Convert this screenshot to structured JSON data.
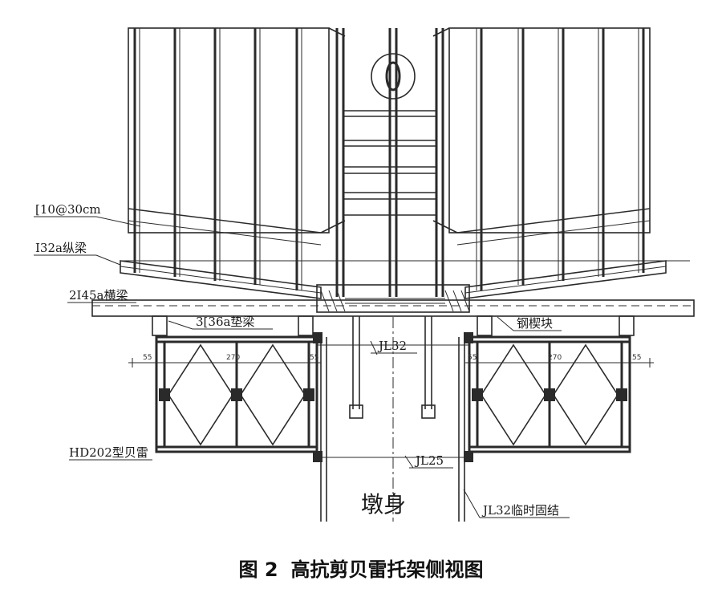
{
  "labels": {
    "channel": "[10@30cm",
    "longitudinal_beam": "I32a纵梁",
    "cross_beam": "2I45a横梁",
    "pad_beam": "3[36a垫梁",
    "steel_wedge": "钢楔块",
    "tie_upper": "JL32",
    "bailey": "HD202型贝雷",
    "tie_lower": "JL25",
    "pier": "墩身",
    "temp_tie": "JL32临时固结"
  },
  "dimensions": {
    "left_a": "55",
    "left_b": "270",
    "left_c": "55",
    "right_a": "55",
    "right_b": "270",
    "right_c": "55"
  },
  "caption": {
    "number": "图 2",
    "title": "高抗剪贝雷托架侧视图"
  }
}
